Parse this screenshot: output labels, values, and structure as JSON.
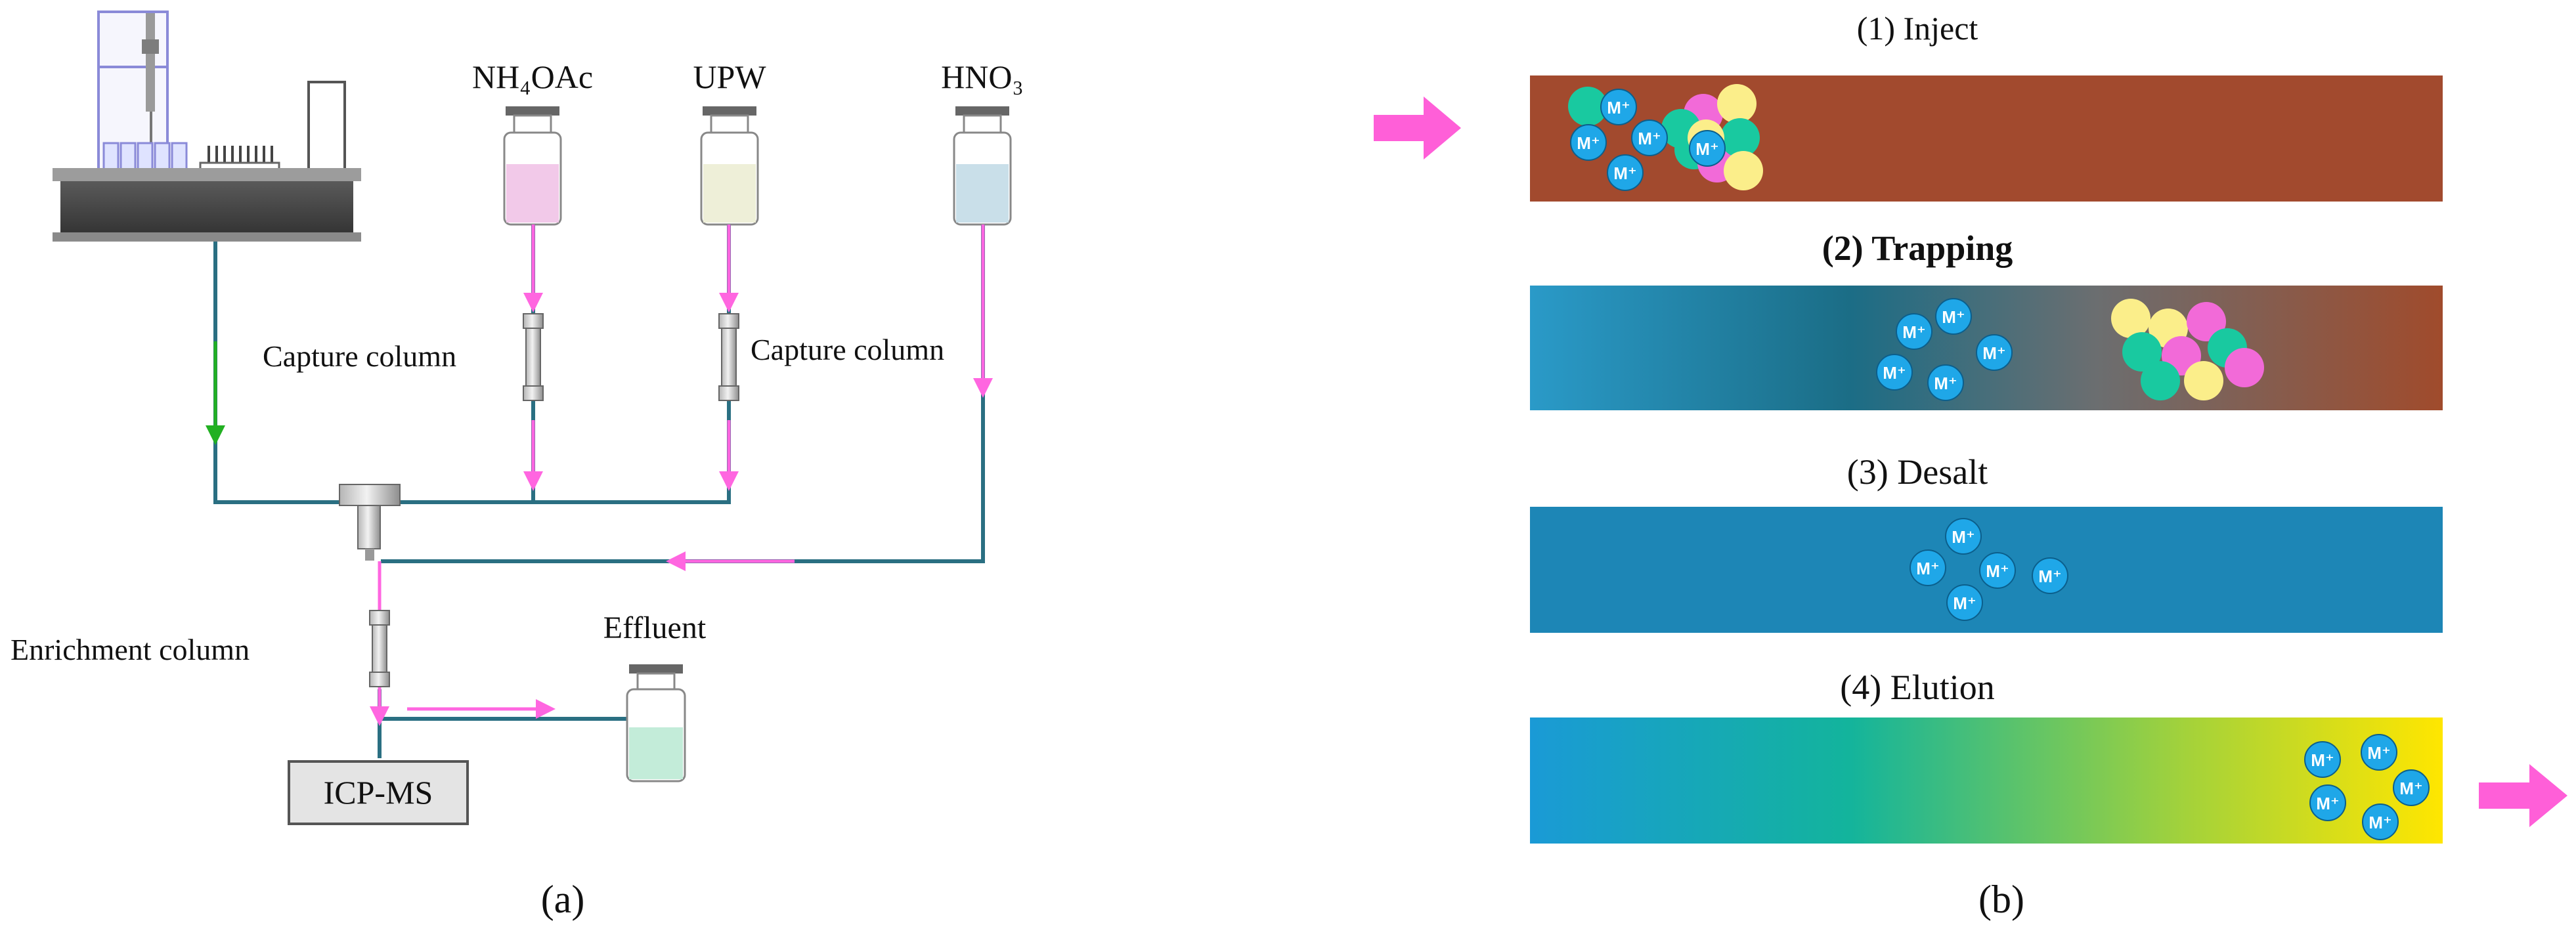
{
  "panel_a": {
    "reagents": {
      "nh4oac": "NH₄OAc",
      "upw": "UPW",
      "hno3": "HNO₃",
      "nh4oac_color": "#f2c9e9",
      "upw_color": "#eeefd8",
      "hno3_color": "#c9dfe9"
    },
    "capture_column_left": "Capture column",
    "capture_column_right": "Capture column",
    "enrichment_column": "Enrichment column",
    "effluent": "Effluent",
    "effluent_color": "#c3ecd9",
    "detector": "ICP-MS",
    "caption": "(a)"
  },
  "panel_b": {
    "ion_label": "M⁺",
    "steps": [
      {
        "label": "(1) Inject"
      },
      {
        "label": "(2) Trapping"
      },
      {
        "label": "(3) Desalt"
      },
      {
        "label": "(4) Elution"
      }
    ],
    "caption": "(b)"
  },
  "colors": {
    "tubing": "#2a6f82",
    "flow_pink": "#ff66e0",
    "flow_green": "#22b022",
    "column_brown": "#a24a2e",
    "column_blue": "#1d86b6",
    "column_yellow": "#ffe600",
    "ion_blue": "#1fa7e8",
    "particle_green": "#19c9a0",
    "particle_pink": "#f26ad8",
    "particle_yellow": "#fbee8a"
  }
}
